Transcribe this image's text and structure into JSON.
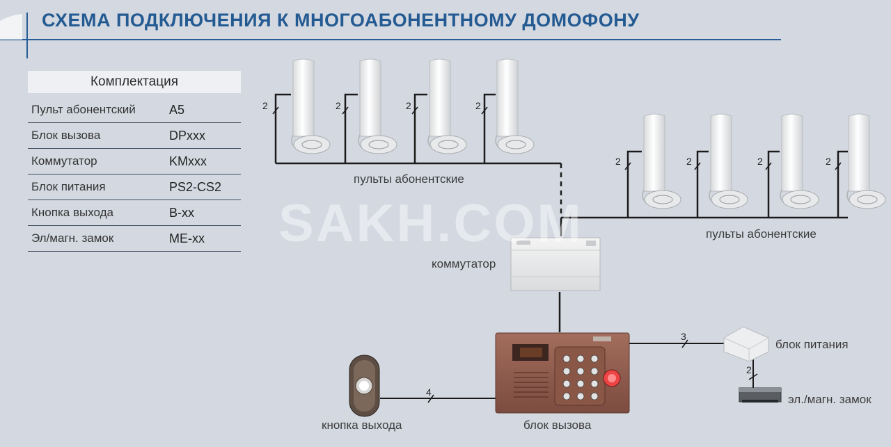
{
  "title": "СХЕМА ПОДКЛЮЧЕНИЯ К МНОГОАБОНЕНТНОМУ ДОМОФОНУ",
  "kit": {
    "header": "Комплектация",
    "rows": [
      {
        "name": "Пульт абонентский",
        "code": "А5"
      },
      {
        "name": "Блок вызова",
        "code": "DPxxx"
      },
      {
        "name": "Коммутатор",
        "code": "KMxxx"
      },
      {
        "name": "Блок питания",
        "code": "PS2-CS2"
      },
      {
        "name": "Кнопка выхода",
        "code": "B-xx"
      },
      {
        "name": "Эл/магн. замок",
        "code": "ME-xx"
      }
    ]
  },
  "labels": {
    "handsets_top": "пульты абонентские",
    "handsets_right": "пульты абонентские",
    "commutator": "коммутатор",
    "power": "блок питания",
    "lock": "эл./магн. замок",
    "exit_button": "кнопка выхода",
    "call_block": "блок вызова"
  },
  "wire_counts": {
    "handset": "2",
    "power": "3",
    "lock": "2",
    "exit": "4"
  },
  "watermark": "SAKH.COM",
  "colors": {
    "background": "#d4d9e1",
    "title": "#245a92",
    "accent_line": "#2a5d97",
    "wire": "#1a1a1a"
  }
}
